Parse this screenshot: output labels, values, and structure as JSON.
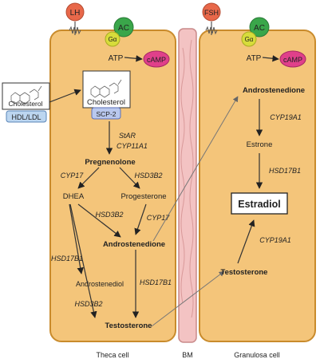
{
  "hormones": {
    "lh": "LH",
    "fsh": "FSH"
  },
  "signaling": {
    "ac": "AC",
    "g_alpha": "Gα",
    "atp": "ATP",
    "camp": "cAMP"
  },
  "external": {
    "cholesterol": "Cholesterol",
    "source": "HDL/LDL"
  },
  "theca": {
    "cholesterol": "Cholesterol",
    "carrier": "SCP-2",
    "enzymes_1": [
      "StAR",
      "CYP11A1"
    ],
    "pregnenolone": "Pregnenolone",
    "cyp17_a": "CYP17",
    "hsd3b2_a": "HSD3B2",
    "dhea": "DHEA",
    "progesterone": "Progesterone",
    "hsd3b2_b": "HSD3B2",
    "cyp17_b": "CYP17",
    "androstenedione": "Androstenedione",
    "hsd17b1_a": "HSD17B1",
    "hsd17b1_b": "HSD17B1",
    "androstenediol": "Androstenediol",
    "hsd3b2_c": "HSD3B2",
    "testosterone": "Testosterone",
    "label": "Theca cell"
  },
  "bm_label": "BM",
  "granulosa": {
    "androstenedione": "Androstenedione",
    "cyp19a1_a": "CYP19A1",
    "estrone": "Estrone",
    "hsd17b1": "HSD17B1",
    "estradiol": "Estradiol",
    "cyp19a1_b": "CYP19A1",
    "testosterone": "Testosterone",
    "label": "Granulosa cell"
  },
  "colors": {
    "cell": "#f4c57a",
    "lh_fsh": "#e8684a",
    "ac": "#3aa64a",
    "g_alpha": "#d7dc3b",
    "camp": "#e0408a",
    "bm": "#f3c3c3",
    "scp2": "#b9c8ee",
    "hdl_ldl": "#bcd6f0"
  }
}
